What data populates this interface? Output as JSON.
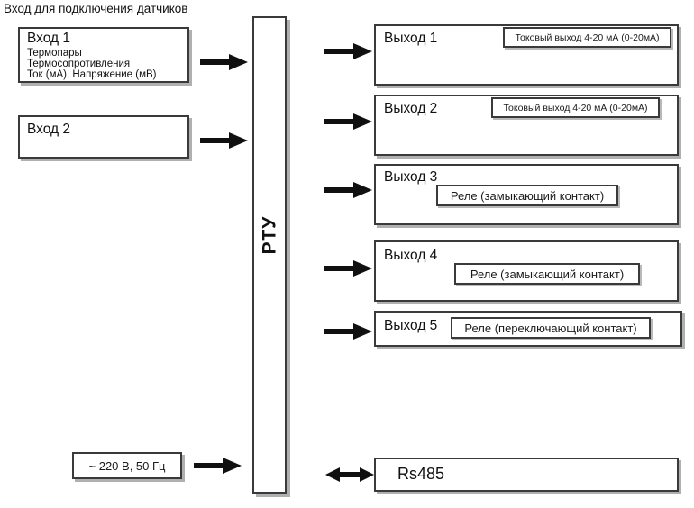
{
  "diagram": {
    "sensor_input_caption": "Вход для подключения датчиков",
    "central_unit_label": "РТУ",
    "inputs": [
      {
        "title": "Вход 1",
        "lines": [
          "Термопары",
          "Термосопротивления",
          "Ток (мА), Напряжение (мВ)"
        ]
      },
      {
        "title": "Вход 2",
        "lines": []
      }
    ],
    "outputs": [
      {
        "title": "Выход 1",
        "label": "Токовый выход 4-20 мА (0-20мА)"
      },
      {
        "title": "Выход 2",
        "label": "Токовый выход 4-20 мА (0-20мА)"
      },
      {
        "title": "Выход 3",
        "label": "Реле (замыкающий контакт)"
      },
      {
        "title": "Выход 4",
        "label": "Реле (замыкающий контакт)"
      },
      {
        "title": "Выход 5",
        "label": "Реле (переключающий контакт)"
      }
    ],
    "power": {
      "label": "~ 220 В, 50 Гц"
    },
    "interface": {
      "label": "Rs485"
    },
    "colors": {
      "stroke": "#3a3a3a",
      "shadow": "#b0b0b0",
      "background": "#ffffff",
      "text": "#111111"
    }
  }
}
